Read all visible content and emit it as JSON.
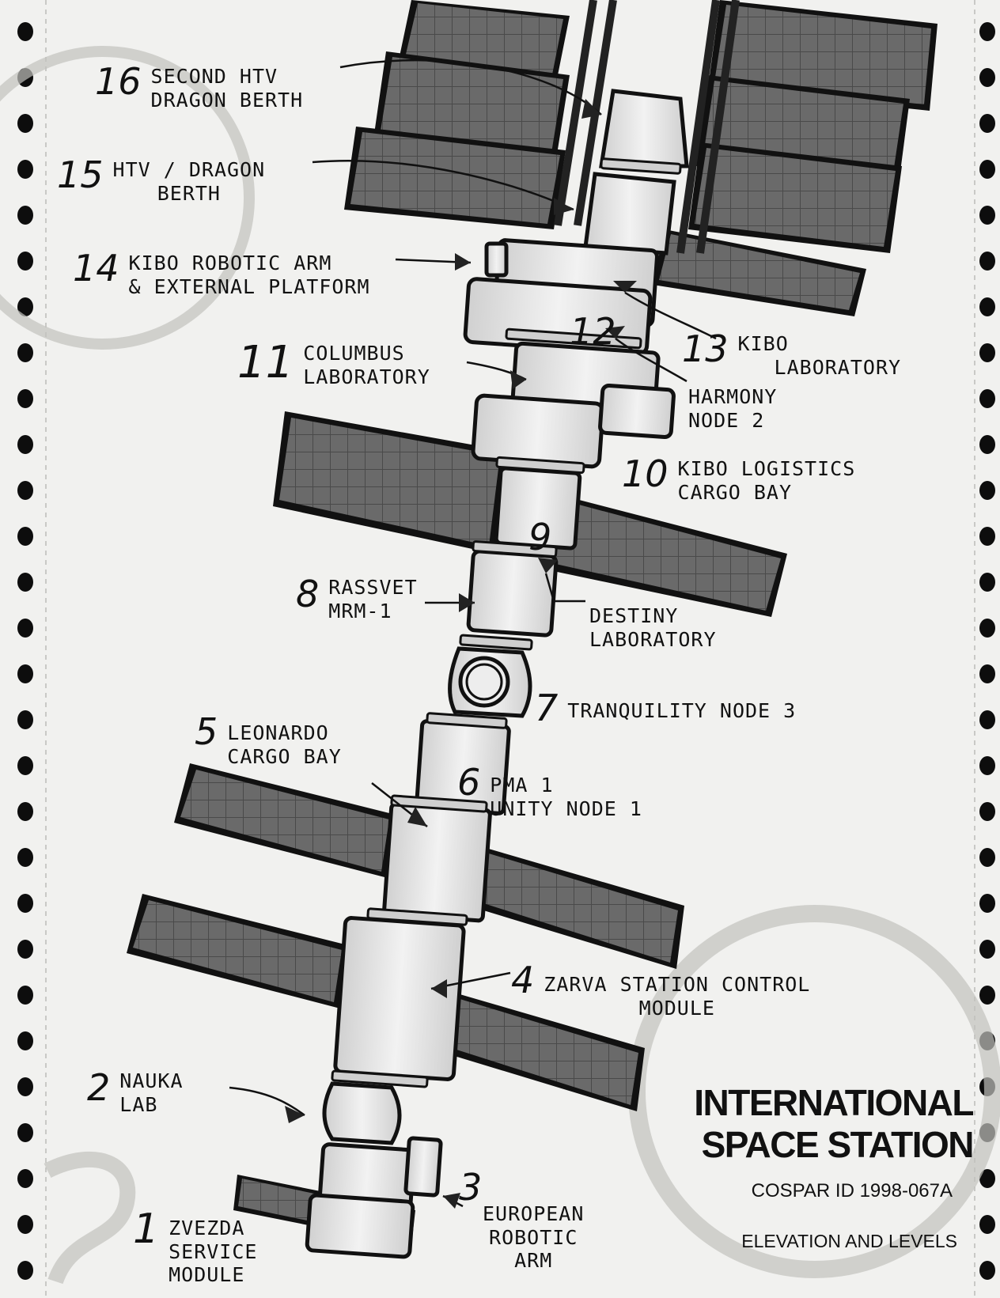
{
  "title": {
    "line1": "INTERNATIONAL",
    "line2": "SPACE STATION",
    "cospar": "COSPAR ID 1998-067A",
    "subtitle": "ELEVATION AND LEVELS"
  },
  "callouts": [
    {
      "id": "16",
      "lines": [
        "SECOND HTV",
        "DRAGON BERTH"
      ]
    },
    {
      "id": "15",
      "lines": [
        "HTV / DRAGON",
        "BERTH"
      ]
    },
    {
      "id": "14",
      "lines": [
        "KIBO ROBOTIC ARM",
        "& EXTERNAL PLATFORM"
      ]
    },
    {
      "id": "13",
      "lines": [
        "KIBO",
        "LABORATORY"
      ]
    },
    {
      "id": "12",
      "lines": [
        "HARMONY",
        "NODE 2"
      ]
    },
    {
      "id": "11",
      "lines": [
        "COLUMBUS",
        "LABORATORY"
      ]
    },
    {
      "id": "10",
      "lines": [
        "KIBO LOGISTICS",
        "CARGO BAY"
      ]
    },
    {
      "id": "9",
      "lines": [
        "DESTINY",
        "LABORATORY"
      ]
    },
    {
      "id": "8",
      "lines": [
        "RASSVET",
        "MRM-1"
      ]
    },
    {
      "id": "7",
      "lines": [
        "TRANQUILITY NODE 3"
      ]
    },
    {
      "id": "6",
      "lines": [
        "PMA 1",
        "UNITY NODE 1"
      ]
    },
    {
      "id": "5",
      "lines": [
        "LEONARDO",
        "CARGO BAY"
      ]
    },
    {
      "id": "4",
      "lines": [
        "ZARVA STATION CONTROL",
        "MODULE"
      ]
    },
    {
      "id": "3",
      "lines": [
        "EUROPEAN",
        "ROBOTIC",
        "ARM"
      ]
    },
    {
      "id": "2",
      "lines": [
        "NAUKA",
        "LAB"
      ]
    },
    {
      "id": "1",
      "lines": [
        "ZVEZDA",
        "SERVICE",
        "MODULE"
      ]
    }
  ],
  "colors": {
    "paper": "#f1f1ef",
    "panel": "#6a6a6a",
    "panel_dark": "#3a3a3a",
    "module": "#e6e6e6",
    "ink": "#111111",
    "stain": "#b8b8b4"
  }
}
